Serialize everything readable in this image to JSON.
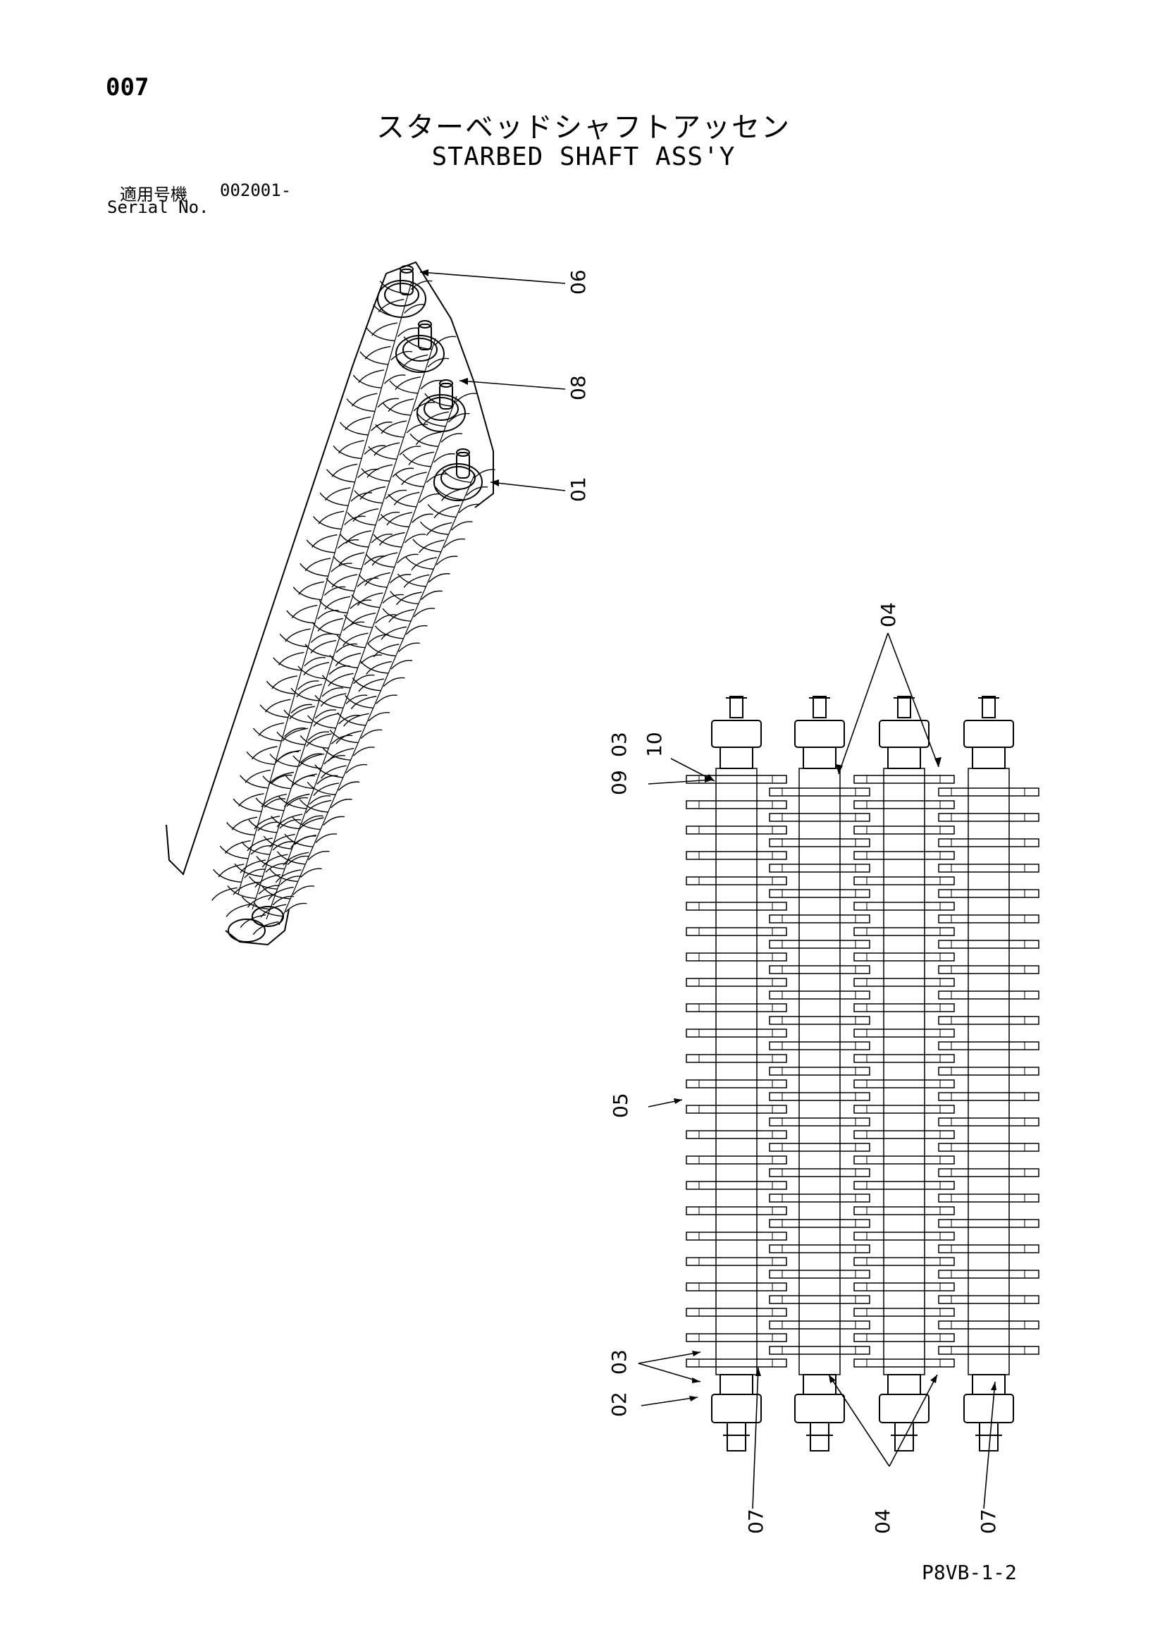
{
  "page_number": "007",
  "title_jp": "スターベッドシャフトアッセン",
  "title_en": "STARBED SHAFT ASS'Y",
  "serial": {
    "label_jp": "適用号機",
    "value": "002001-",
    "label_en": "Serial No."
  },
  "callouts": {
    "c06": "06",
    "c08": "08",
    "c01": "01",
    "c04_top": "04",
    "c03_top": "03",
    "c10": "10",
    "c09": "09",
    "c05": "05",
    "c03_bottom": "03",
    "c02": "02",
    "c07_left": "07",
    "c04_bottom": "04",
    "c07_right": "07"
  },
  "footer_code": "P8VB-1-2"
}
